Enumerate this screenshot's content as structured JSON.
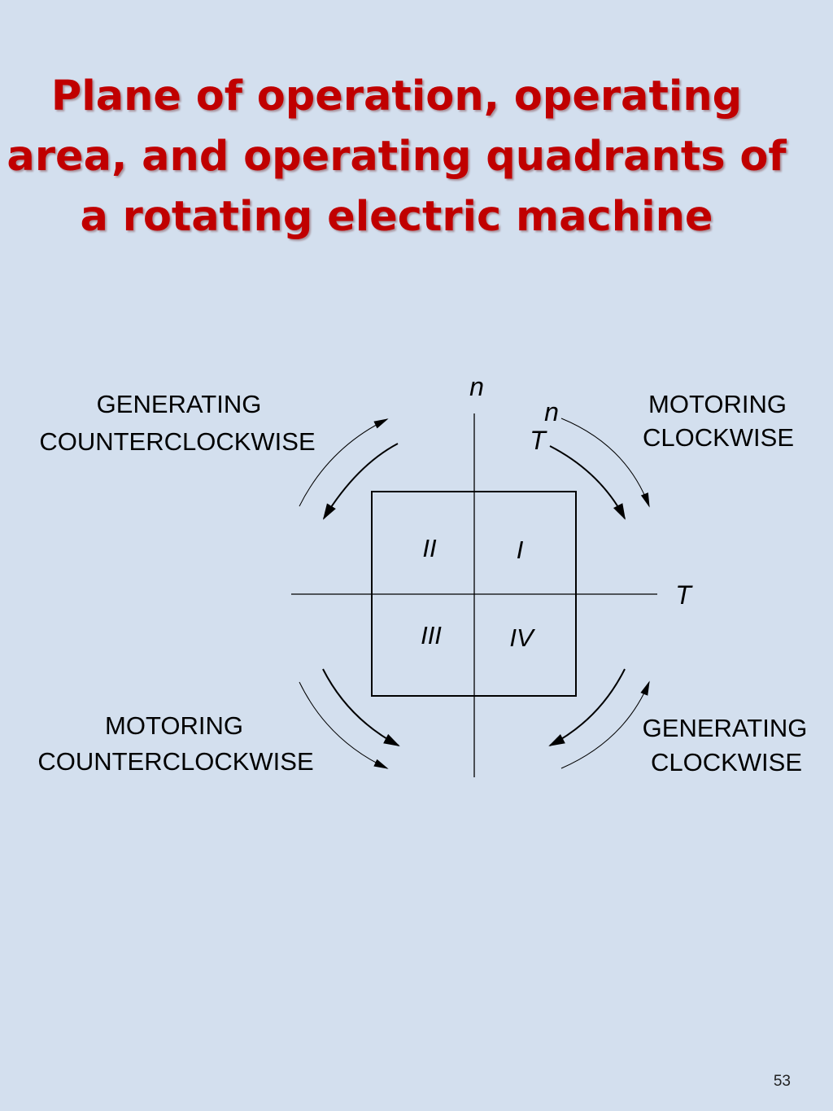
{
  "slide": {
    "title_lines": [
      "Plane of operation, operating",
      "area, and operating quadrants of",
      "a rotating electric machine"
    ],
    "page_number": "53",
    "title_color": "#c00000",
    "background_color": "#d3dfee"
  },
  "diagram": {
    "axes": {
      "vertical": "n",
      "horizontal": "T"
    },
    "legend_labels": {
      "n": "n",
      "T": "T"
    },
    "quadrants": {
      "I": "I",
      "II": "II",
      "III": "III",
      "IV": "IV"
    },
    "modes": {
      "top_left": [
        "GENERATING",
        "COUNTERCLOCKWISE"
      ],
      "top_right": [
        "MOTORING",
        "CLOCKWISE"
      ],
      "bottom_left": [
        "MOTORING",
        "COUNTERCLOCKWISE"
      ],
      "bottom_right": [
        "GENERATING",
        "CLOCKWISE"
      ]
    }
  }
}
